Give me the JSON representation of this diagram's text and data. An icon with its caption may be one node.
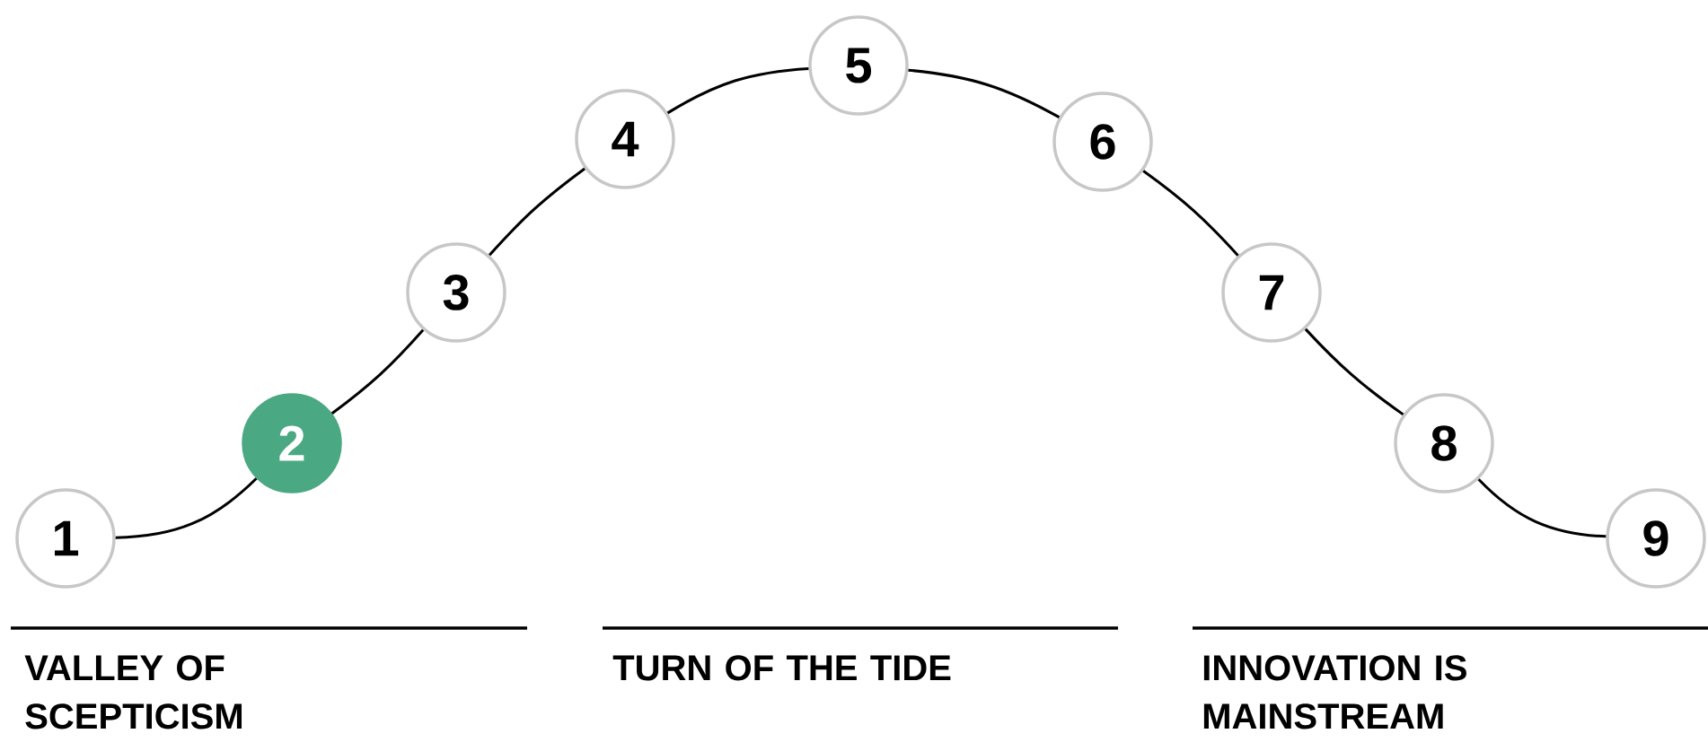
{
  "diagram": {
    "nodes": [
      {
        "text": [
          "1"
        ]
      },
      {
        "text": [
          "2"
        ]
      },
      {
        "text": [
          "3"
        ]
      },
      {
        "text": [
          "4"
        ]
      },
      {
        "text": [
          "5"
        ]
      },
      {
        "text": [
          "6"
        ]
      },
      {
        "text": [
          "7"
        ]
      },
      {
        "text": [
          "8"
        ]
      },
      {
        "text": [
          "9"
        ]
      }
    ],
    "edges": [
      {
        "from": 0,
        "to": 1,
        "arrow": "none"
      },
      {
        "from": 1,
        "to": 2,
        "arrow": "none"
      },
      {
        "from": 2,
        "to": 3,
        "arrow": "none"
      },
      {
        "from": 3,
        "to": 4,
        "arrow": "none"
      },
      {
        "from": 4,
        "to": 5,
        "arrow": "none"
      },
      {
        "from": 5,
        "to": 6,
        "arrow": "none"
      },
      {
        "from": 6,
        "to": 7,
        "arrow": "none"
      },
      {
        "from": 7,
        "to": 8,
        "arrow": "none"
      }
    ],
    "labels": [
      "VALLEY OF SCEPTICISM",
      "TURN OF THE TIDE",
      "INNOVATION IS MAINSTREAM"
    ]
  }
}
